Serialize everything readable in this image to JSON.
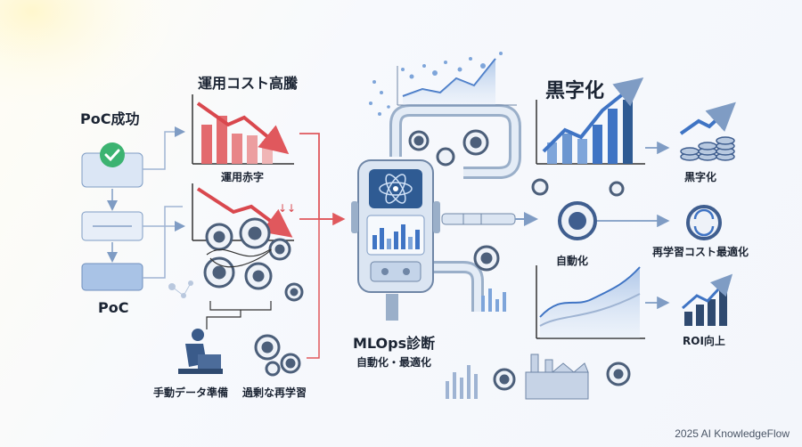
{
  "left": {
    "title": "PoC成功",
    "poc_label": "PoC",
    "manual_data_label": "手動データ準備",
    "overfit_label": "過剰な再学習"
  },
  "cost": {
    "title": "運用コスト高騰",
    "deficit_label": "運用赤字"
  },
  "center": {
    "title": "MLOps診断",
    "subtitle": "自動化・最適化"
  },
  "right": {
    "title": "黒字化",
    "automation_label": "自動化",
    "profit_label": "黒字化",
    "retrain_label": "再学習コスト最適化",
    "roi_label": "ROI向上"
  },
  "footer": "2025 AI KnowledgeFlow",
  "colors": {
    "blue": "#3f74c4",
    "light_blue": "#bcd2ee",
    "red": "#e0585d",
    "green": "#3cb371",
    "steel": "#8fa3bd"
  }
}
